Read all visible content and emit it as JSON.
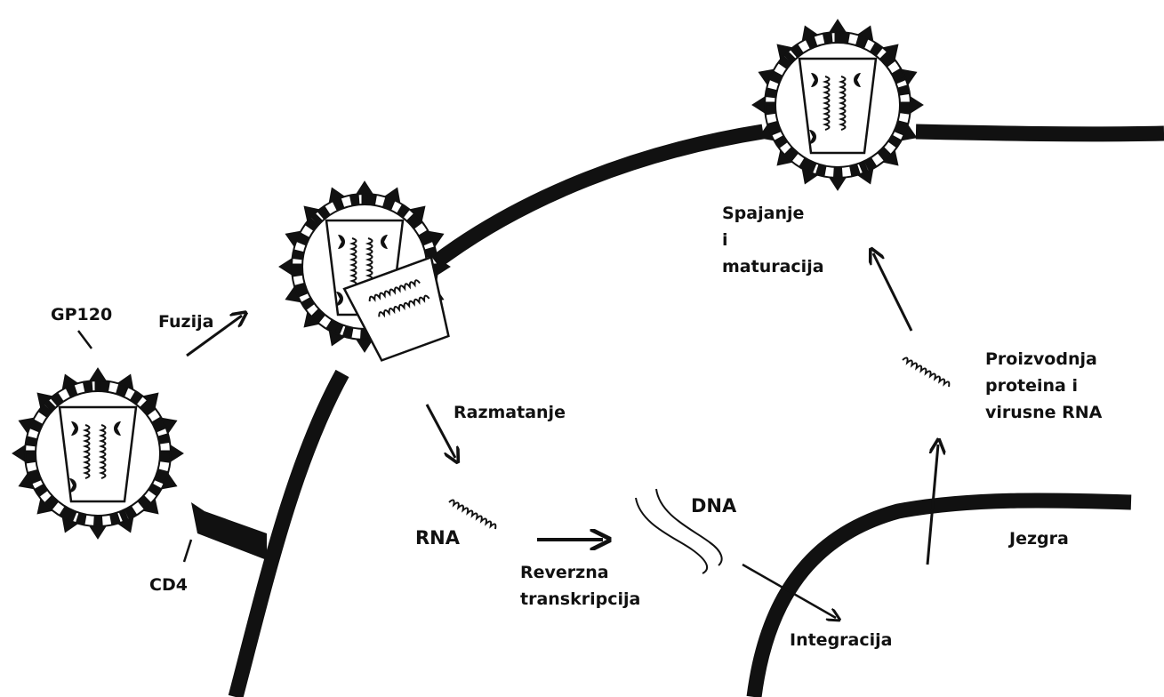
{
  "labels": {
    "gp120": "GP120",
    "fuzija": "Fuzija",
    "cd4": "CD4",
    "razmatanje": "Razmatanje",
    "rna": "RNA",
    "reverzna": "Reverzna",
    "transkripcija": "transkripcija",
    "dna": "DNA",
    "integracija": "Integracija",
    "jezgra": "Jezgra",
    "proizvodnja": "Proizvodnja",
    "proteina_i": "proteina i",
    "virusne_rna": "virusne RNA",
    "spajanje": "Spajanje",
    "i": "i",
    "maturacija": "maturacija"
  },
  "colors": {
    "ink": "#111111",
    "background": "#ffffff"
  }
}
